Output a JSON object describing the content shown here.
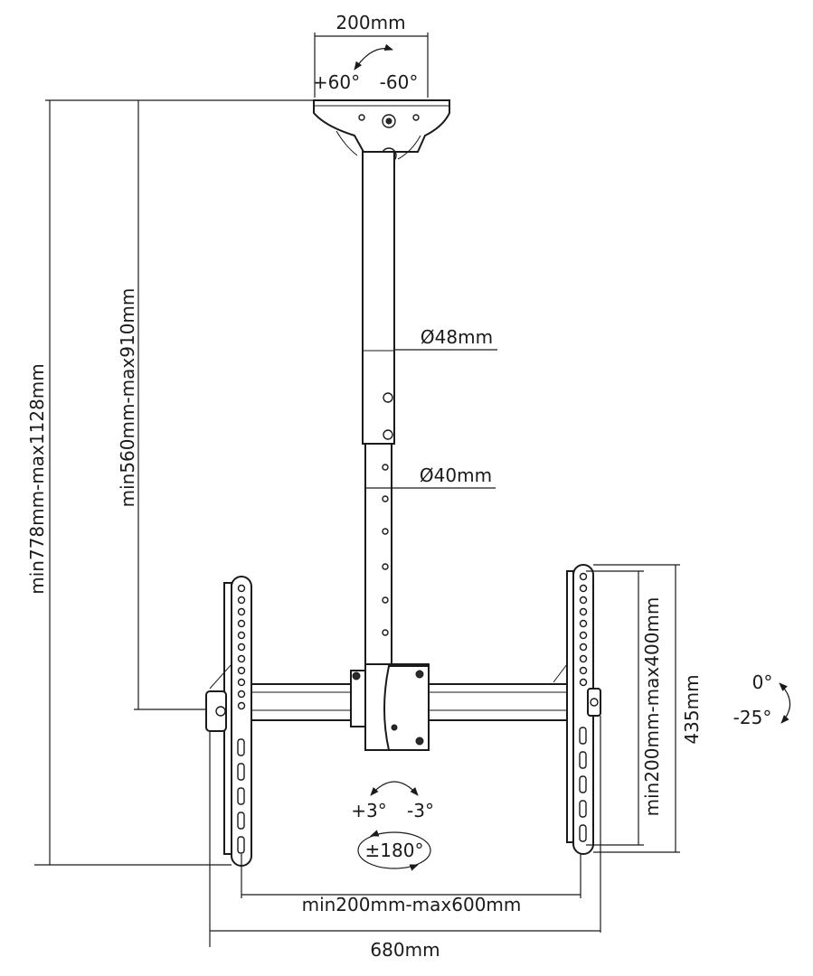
{
  "labels": {
    "plate_width": "200mm",
    "swivel_plus": "+60°",
    "swivel_minus": "-60°",
    "outer_diameter": "Ø48mm",
    "inner_diameter": "Ø40mm",
    "total_height": "min778mm-max1128mm",
    "pole_height": "min560mm-max910mm",
    "vesa_height": "min200mm-max400mm",
    "arm_height": "435mm",
    "tilt_top": "0°",
    "tilt_bottom": "-25°",
    "level_plus": "+3°",
    "level_minus": "-3°",
    "rotation": "±180°",
    "vesa_width": "min200mm-max600mm",
    "total_width": "680mm"
  },
  "colors": {
    "line": "#1a1a1a",
    "background": "#ffffff"
  },
  "icons": [
    "swivel-arrow-icon",
    "tilt-arrow-icon",
    "level-arrow-icon",
    "rotate-arrow-icon"
  ]
}
